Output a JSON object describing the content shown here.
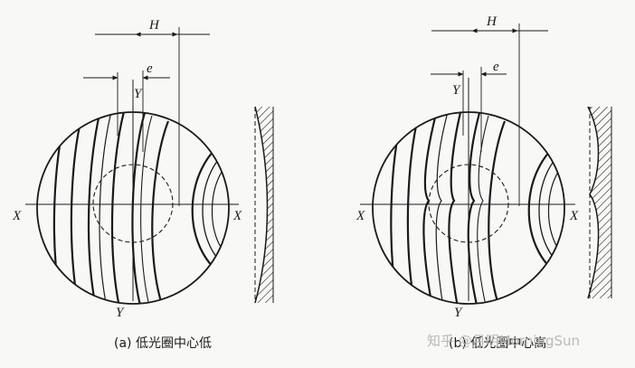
{
  "panel_a": {
    "label_H": "H",
    "label_e": "e",
    "label_Y_top": "Y",
    "label_Y_bottom": "Y",
    "label_X_left": "X",
    "label_X_right": "X",
    "caption": "(a) 低光圈中心低"
  },
  "panel_b": {
    "label_H": "H",
    "label_e": "e",
    "label_Y_top": "Y",
    "label_Y_bottom": "Y",
    "label_X_left": "X",
    "label_X_right": "X",
    "caption": "(b) 低光圈中心高"
  },
  "watermark": "知乎 @月明MorningSun",
  "colors": {
    "ink": "#1a1a1a",
    "paper": "#f8f8f6",
    "watermark": "#b9b9b9"
  }
}
